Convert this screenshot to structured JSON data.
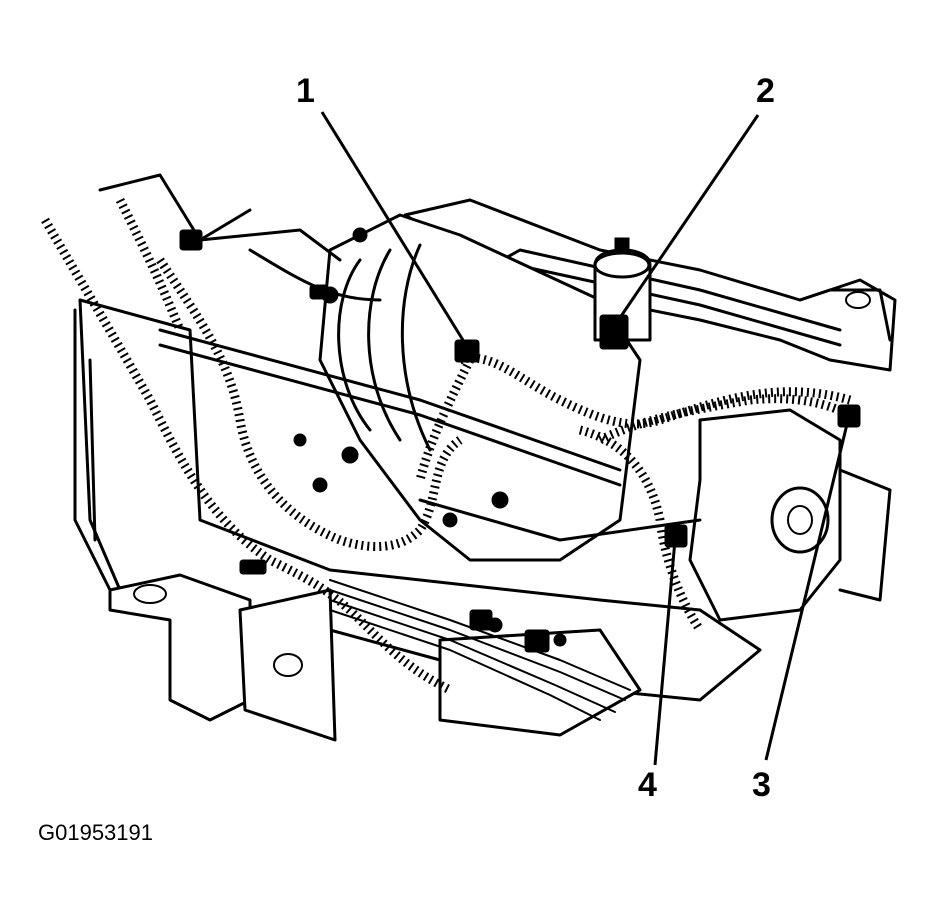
{
  "callouts": [
    {
      "id": 1,
      "label": "1"
    },
    {
      "id": 2,
      "label": "2"
    },
    {
      "id": 3,
      "label": "3"
    },
    {
      "id": 4,
      "label": "4"
    }
  ],
  "figure_id": "G01953191"
}
